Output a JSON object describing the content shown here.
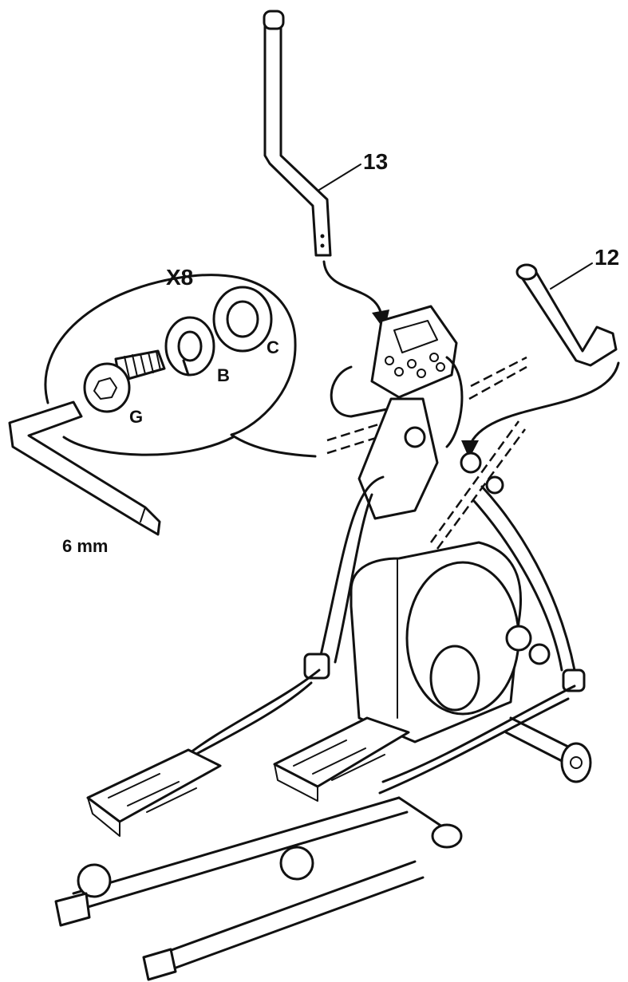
{
  "callouts": {
    "part_13": "13",
    "part_12": "12",
    "quantity": "X8",
    "washer_c": "C",
    "washer_b": "B",
    "bolt_g": "G",
    "wrench_size": "6 mm"
  },
  "colors": {
    "ink": "#111111",
    "paper": "#ffffff"
  }
}
